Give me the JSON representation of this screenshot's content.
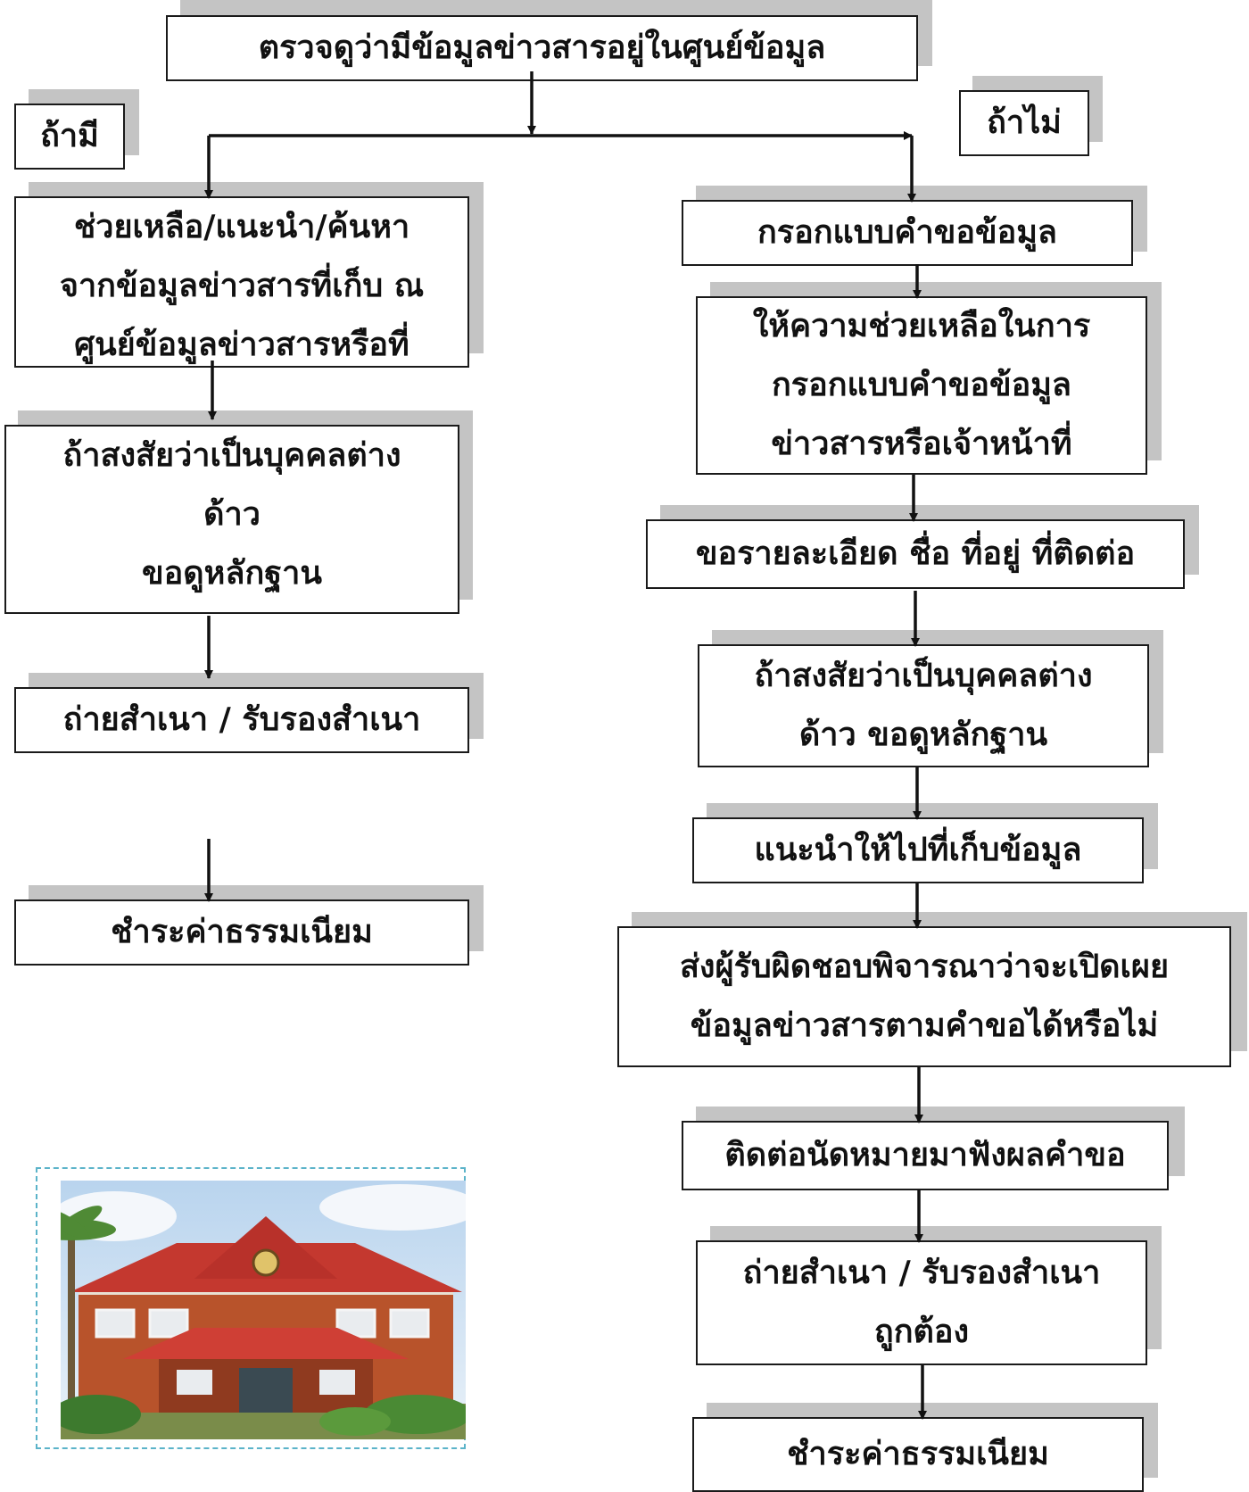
{
  "flowchart": {
    "start": "ตรวจดูว่ามีข้อมูลข่าวสารอยู่ในศูนย์ข้อมูล",
    "branch_yes_label": "ถ้ามี",
    "branch_no_label": "ถ้าไม่",
    "yes_steps": [
      {
        "lines": [
          "ช่วยเหลือ/แนะนำ/ค้นหา",
          "จากข้อมูลข่าวสารที่เก็บ ณ",
          "ศูนย์ข้อมูลข่าวสารหรือที่"
        ]
      },
      {
        "lines": [
          "ถ้าสงสัยว่าเป็นบุคคลต่าง",
          "ด้าว",
          "ขอดูหลักฐาน"
        ]
      },
      {
        "lines": [
          "ถ่ายสำเนา / รับรองสำเนา"
        ]
      },
      {
        "lines": [
          "ชำระค่าธรรมเนียม"
        ]
      }
    ],
    "no_steps": [
      {
        "lines": [
          "กรอกแบบคำขอข้อมูล"
        ]
      },
      {
        "lines": [
          "ให้ความช่วยเหลือในการ",
          "กรอกแบบคำขอข้อมูล",
          "ข่าวสารหรือเจ้าหน้าที่"
        ]
      },
      {
        "lines": [
          "ขอรายละเอียด ชื่อ ที่อยู่ ที่ติดต่อ"
        ]
      },
      {
        "lines": [
          "ถ้าสงสัยว่าเป็นบุคคลต่าง",
          "ด้าว ขอดูหลักฐาน"
        ]
      },
      {
        "lines": [
          "แนะนำให้ไปที่เก็บข้อมูล"
        ]
      },
      {
        "lines": [
          "ส่งผู้รับผิดชอบพิจารณาว่าจะเปิดเผย",
          "ข้อมูลข่าวสารตามคำขอได้หรือไม่"
        ]
      },
      {
        "lines": [
          "ติดต่อนัดหมายมาฟังผลคำขอ"
        ]
      },
      {
        "lines": [
          "ถ่ายสำเนา / รับรองสำเนา",
          "ถูกต้อง"
        ]
      },
      {
        "lines": [
          "ชำระค่าธรรมเนียม"
        ]
      }
    ]
  },
  "colors": {
    "border": "#1a1a1a",
    "shadow": "#c4c4c4",
    "arrow": "#111111",
    "photo_frame": "#5bb3c9"
  },
  "photo": {
    "icon": "office-building-photo"
  }
}
